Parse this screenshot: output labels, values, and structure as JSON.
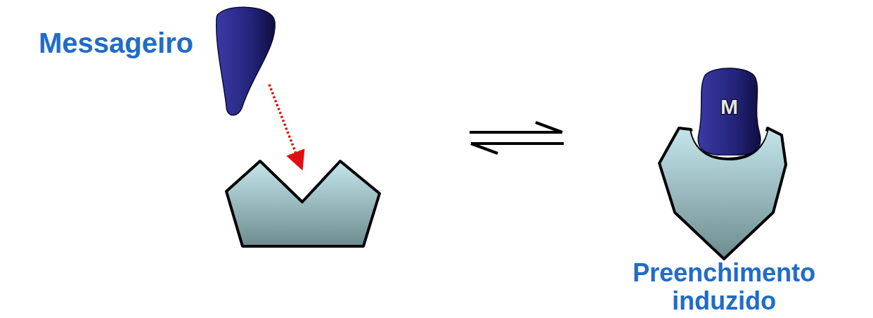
{
  "diagram": {
    "nodes": [
      {
        "text": [
          "Messageiro"
        ]
      },
      {
        "text": [
          "M"
        ]
      }
    ],
    "labels": [
      "Preenchimento induzido"
    ]
  }
}
